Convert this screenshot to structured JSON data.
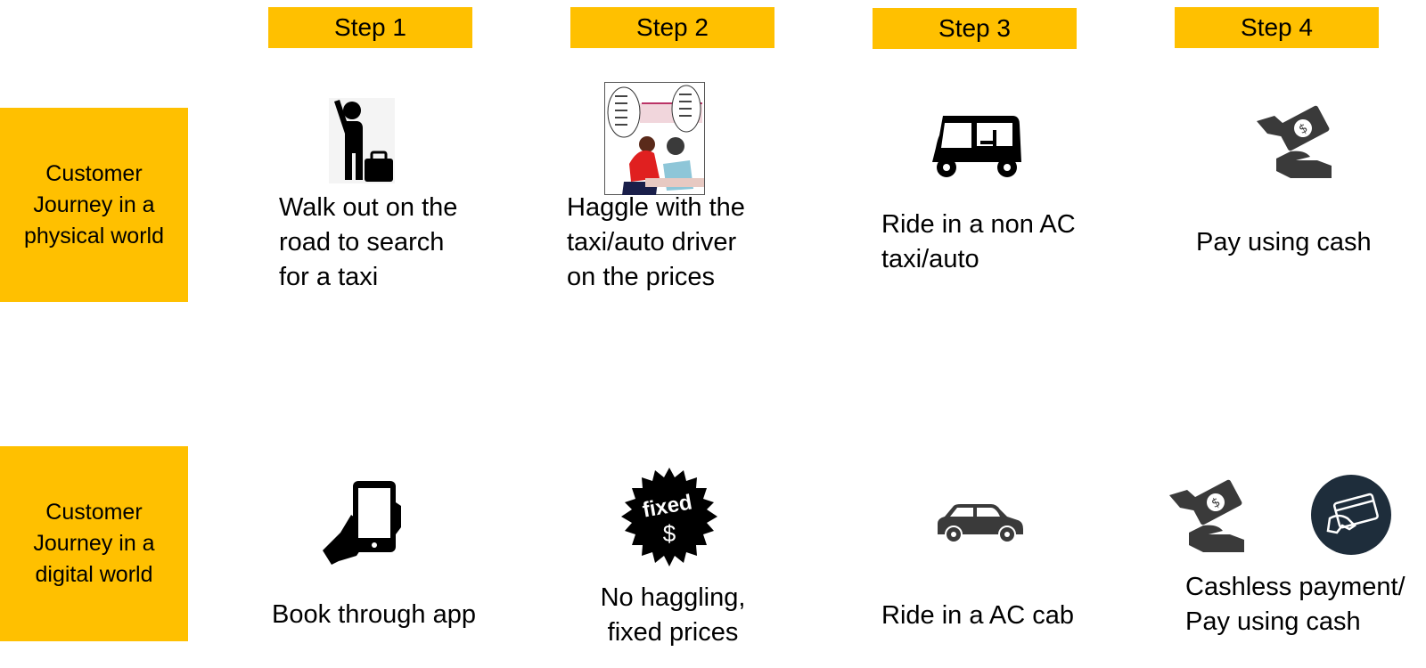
{
  "steps": [
    "Step 1",
    "Step 2",
    "Step 3",
    "Step 4"
  ],
  "rows": {
    "physical": {
      "label": [
        "Customer",
        "Journey in a",
        "physical world"
      ],
      "cells": [
        {
          "icon": "person-hailing-with-luggage-icon",
          "lines": [
            "Walk out on the",
            "road to search",
            "for a taxi"
          ]
        },
        {
          "icon": "comic-haggling-illustration",
          "lines": [
            "Haggle with the",
            "taxi/auto driver",
            "on the prices"
          ]
        },
        {
          "icon": "auto-rickshaw-icon",
          "lines": [
            "Ride in a non AC",
            "taxi/auto"
          ]
        },
        {
          "icon": "cash-payment-hand-icon",
          "lines": [
            "Pay using cash"
          ]
        }
      ]
    },
    "digital": {
      "label": [
        "Customer",
        "Journey in a",
        "digital world"
      ],
      "cells": [
        {
          "icon": "hand-holding-phone-icon",
          "lines": [
            "Book through app"
          ]
        },
        {
          "icon": "fixed-price-badge-icon",
          "badge_text": [
            "fixed",
            "$"
          ],
          "lines": [
            "No haggling,",
            "fixed prices"
          ]
        },
        {
          "icon": "car-icon",
          "lines": [
            "Ride in a AC cab"
          ]
        },
        {
          "icon": "cash-and-card-payment-icons",
          "lines": [
            "Cashless payment/",
            "Pay using cash"
          ]
        }
      ]
    }
  },
  "colors": {
    "accent": "#ffc000",
    "icon": "#000000",
    "icon_grey": "#3a3a3a",
    "card_circle": "#1e2d3b"
  }
}
